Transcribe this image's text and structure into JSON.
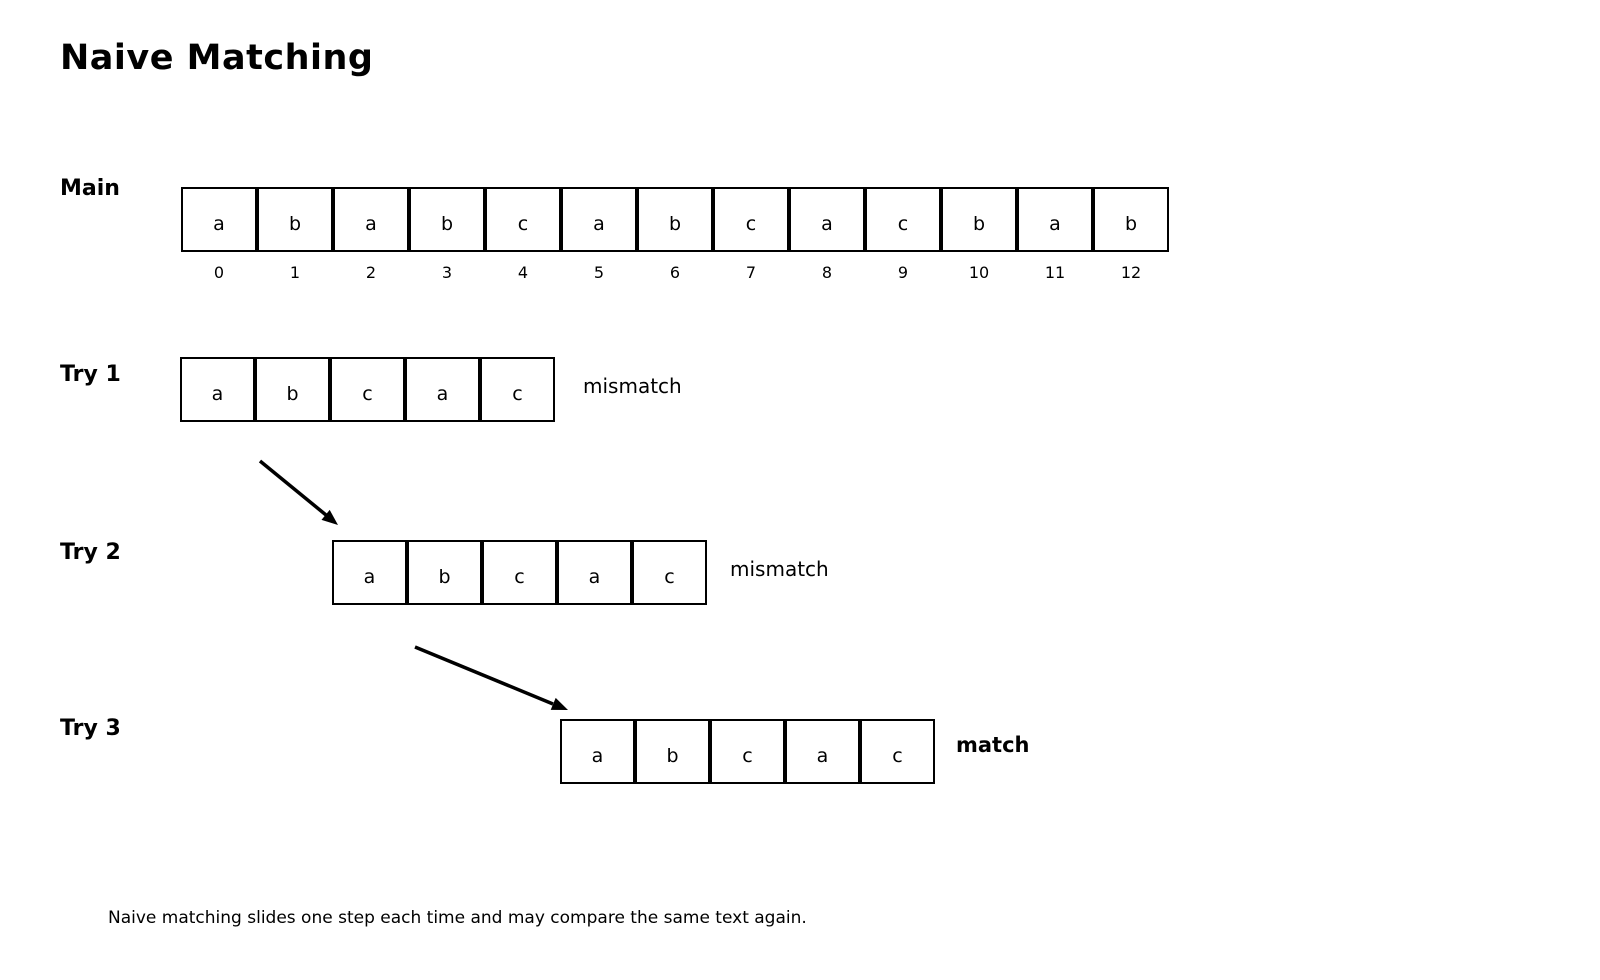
{
  "title": "Naive Matching",
  "main_row": {
    "label": "Main",
    "letters": [
      "a",
      "b",
      "a",
      "b",
      "c",
      "a",
      "b",
      "c",
      "a",
      "c",
      "b",
      "a",
      "b"
    ],
    "indices": [
      "0",
      "1",
      "2",
      "3",
      "4",
      "5",
      "6",
      "7",
      "8",
      "9",
      "10",
      "11",
      "12"
    ]
  },
  "tries": [
    {
      "label": "Try 1",
      "letters": [
        "a",
        "b",
        "c",
        "a",
        "c"
      ],
      "result": "mismatch",
      "result_bold": false
    },
    {
      "label": "Try 2",
      "letters": [
        "a",
        "b",
        "c",
        "a",
        "c"
      ],
      "result": "mismatch",
      "result_bold": false
    },
    {
      "label": "Try 3",
      "letters": [
        "a",
        "b",
        "c",
        "a",
        "c"
      ],
      "result": "match",
      "result_bold": true
    }
  ],
  "caption": "Naive matching slides one step each time and may compare the same text again.",
  "colors": {
    "foreground": "#000000",
    "background": "#ffffff"
  }
}
